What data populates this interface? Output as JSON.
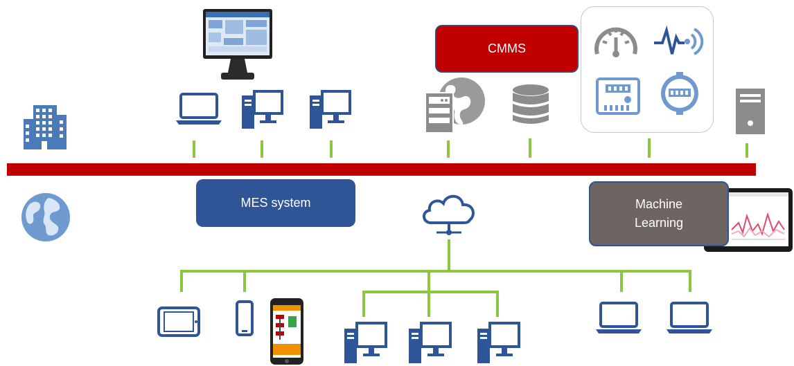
{
  "boxes": {
    "cmms": "CMMS",
    "mes": "MES system",
    "ml_line1": "Machine",
    "ml_line2": "Learning"
  },
  "colors": {
    "bus": "#c00000",
    "connector": "#8dc63f",
    "device_blue": "#2e5597",
    "icon_grey": "#8c8c8c"
  }
}
